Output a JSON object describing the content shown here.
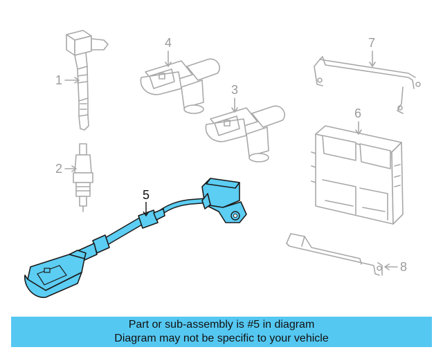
{
  "callouts": {
    "c1": "1",
    "c2": "2",
    "c3": "3",
    "c4": "4",
    "c5": "5",
    "c6": "6",
    "c7": "7",
    "c8": "8"
  },
  "highlighted_callout": "5",
  "colors": {
    "highlight": "#5ccdf3",
    "banner": "#55c8f2",
    "line_art": "#a8a8a8"
  },
  "banner": {
    "line1": "Part or sub-assembly is #5 in diagram",
    "line2": "Diagram may not be specific to your vehicle"
  }
}
